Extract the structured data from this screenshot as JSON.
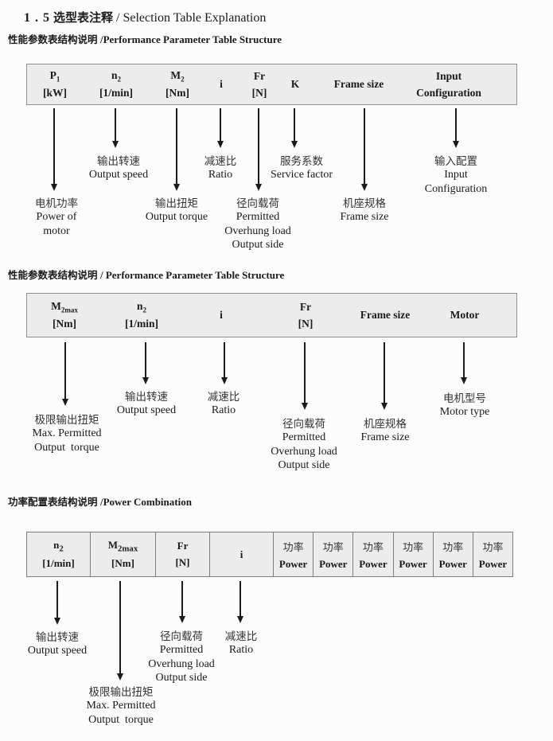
{
  "title": {
    "num": "1 . 5",
    "zh": "选型表注释",
    "en": "/  Selection Table Explanation"
  },
  "section1": {
    "heading_zh": "性能参数表结构说明 ",
    "heading_en": "/Performance Parameter Table Structure",
    "columns": [
      {
        "sym": "P",
        "sub": "1",
        "unit": "[kW]"
      },
      {
        "sym": "n",
        "sub": "2",
        "unit": "[1/min]"
      },
      {
        "sym": "M",
        "sub": "2",
        "unit": "[Nm]"
      },
      {
        "sym": "i",
        "sub": "",
        "unit": ""
      },
      {
        "sym": "Fr",
        "sub": "",
        "unit": "[N]"
      },
      {
        "sym": "K",
        "sub": "",
        "unit": ""
      },
      {
        "sym": "Frame size",
        "sub": "",
        "unit": ""
      },
      {
        "sym": "Input",
        "sub": "",
        "unit": "Configuration"
      }
    ],
    "labels": [
      {
        "zh": "电机功率",
        "en1": "Power of",
        "en2": "motor"
      },
      {
        "zh": "输出转速",
        "en1": "Output speed"
      },
      {
        "zh": "输出扭矩",
        "en1": "Output torque"
      },
      {
        "zh": "减速比",
        "en1": "Ratio"
      },
      {
        "zh": "径向载荷",
        "en1": "Permitted",
        "en2": "Overhung load",
        "en3": "Output side"
      },
      {
        "zh": "服务系数",
        "en1": "Service factor"
      },
      {
        "zh": "机座规格",
        "en1": "Frame size"
      },
      {
        "zh": "输入配置",
        "en1": "Input",
        "en2": "Configuration"
      }
    ]
  },
  "section2": {
    "heading_zh": "性能参数表结构说明 ",
    "heading_en": "/ Performance Parameter Table Structure",
    "columns": [
      {
        "sym": "M",
        "sub": "2max",
        "unit": "[Nm]"
      },
      {
        "sym": "n",
        "sub": "2",
        "unit": "[1/min]"
      },
      {
        "sym": "i",
        "sub": "",
        "unit": ""
      },
      {
        "sym": "Fr",
        "sub": "",
        "unit": "[N]"
      },
      {
        "sym": "Frame size",
        "sub": "",
        "unit": ""
      },
      {
        "sym": "Motor",
        "sub": "",
        "unit": ""
      }
    ],
    "labels": [
      {
        "zh": "极限输出扭矩",
        "en1": "Max. Permitted",
        "en2": "Output  torque"
      },
      {
        "zh": "输出转速",
        "en1": "Output speed"
      },
      {
        "zh": "减速比",
        "en1": "Ratio"
      },
      {
        "zh": "径向载荷",
        "en1": "Permitted",
        "en2": "Overhung load",
        "en3": "Output side"
      },
      {
        "zh": "机座规格",
        "en1": "Frame size"
      },
      {
        "zh": "电机型号",
        "en1": "Motor type"
      }
    ]
  },
  "section3": {
    "heading_zh": "功率配置表结构说明 ",
    "heading_en": "/Power Combination",
    "columns": [
      {
        "sym": "n",
        "sub": "2",
        "unit": "[1/min]"
      },
      {
        "sym": "M",
        "sub": "2max",
        "unit": "[Nm]"
      },
      {
        "sym": "Fr",
        "sub": "",
        "unit": "[N]"
      },
      {
        "sym": "i",
        "sub": "",
        "unit": ""
      }
    ],
    "power": {
      "zh": "功率",
      "en": "Power"
    },
    "labels": [
      {
        "zh": "输出转速",
        "en1": "Output speed"
      },
      {
        "zh": "极限输出扭矩",
        "en1": "Max. Permitted",
        "en2": "Output  torque"
      },
      {
        "zh": "径向载荷",
        "en1": "Permitted",
        "en2": "Overhung load",
        "en3": "Output side"
      },
      {
        "zh": "减速比",
        "en1": "Ratio"
      }
    ]
  }
}
